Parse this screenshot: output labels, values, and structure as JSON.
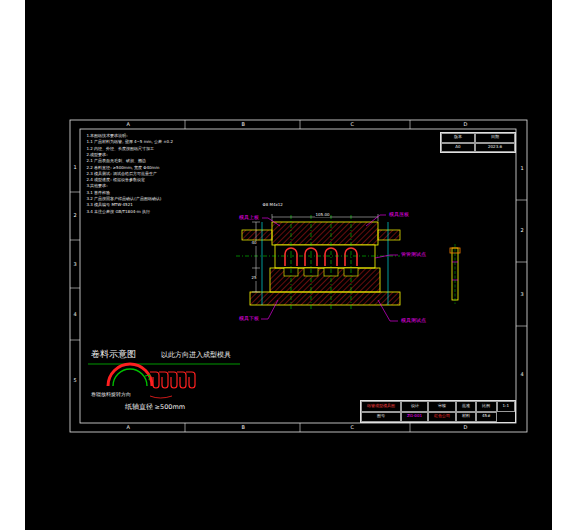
{
  "diagram": {
    "nodes": [
      {
        "text": [
          "版本",
          "日期",
          "A0",
          "2023.6"
        ]
      },
      {
        "text": [
          "纸管成型模具图",
          "设计",
          "审核",
          "批准",
          "比例",
          "1:1",
          "图号",
          "ZG-001",
          "红色公司",
          "材料",
          "45#"
        ]
      }
    ],
    "labels": [
      "A",
      "B",
      "C",
      "D",
      "A",
      "B",
      "C",
      "D",
      "1",
      "2",
      "3",
      "4",
      "5",
      "1",
      "2",
      "3",
      "4",
      "1.本图纸技术要求说明:",
      "1.1 产品材料为纸管, 壁厚 4~5 mm, 公差 ±0.2",
      "1.2 内径、外径、长度按图纸尺寸加工",
      "2.成型要求:",
      "2.1 产品表面无毛刺、破损、翘边",
      "2.2 卷料直径: ≥500mm, 宽度 Φ40mm",
      "2.3 模具测试: 调试合格后方可批量生产",
      "2.4 成型速度: 根据设备参数设定",
      "3.其他要求:",
      "3.1 首件检验",
      "3.2 产品按照客户样品确认(产品图纸确认)",
      "3.3 模具编号 MTW-4521",
      "3.4 未注公差按 GB/T1804-m 执行",
      "模具上板",
      "模具压板",
      "管管测试点",
      "模具下板",
      "模具测试点",
      "Φ8 M4x12",
      "105.00",
      "25",
      "40",
      "卷料示意图",
      "以此方向进入成型模具",
      "卷辊放料旋转方向",
      "纸轴直径 ≥500mm"
    ]
  }
}
